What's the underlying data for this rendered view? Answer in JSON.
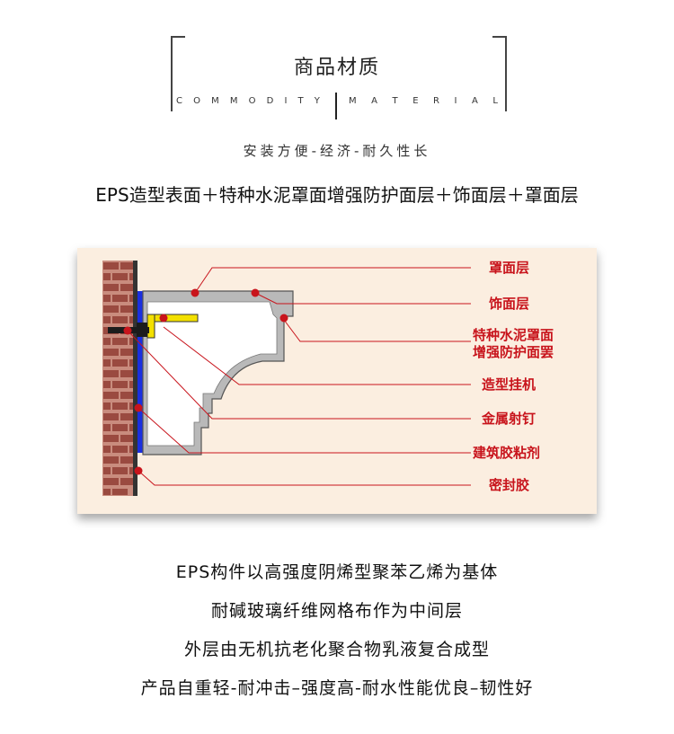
{
  "header": {
    "title": "商品材质",
    "english_left": [
      "C",
      "O",
      "M",
      "M",
      "O",
      "D",
      "I",
      "T",
      "Y"
    ],
    "english_right": [
      "M",
      "A",
      "T",
      "E",
      "R",
      "I",
      "A",
      "L"
    ],
    "subtitle": "安装方便-经济-耐久性长",
    "formula": "EPS造型表面＋特种水泥罩面增强防护面层＋饰面层＋罩面层"
  },
  "diagram": {
    "labels": {
      "l1": "罩面层",
      "l2": "饰面层",
      "l3_line1": "特种水泥罩面",
      "l3_line2": "增强防护面罢",
      "l4": "造型挂机",
      "l5": "金属射钉",
      "l6": "建筑胶粘剂",
      "l7": "密封胶"
    },
    "colors": {
      "label": "#c8141c",
      "glue": "#1a2fe0",
      "hanger": "#f3e000",
      "shell": "#b9b9b9",
      "foam": "#ffffff",
      "brick": "#9a4a40"
    }
  },
  "description": {
    "line1": "EPS构件以高强度阴烯型聚苯乙烯为基体",
    "line2": "耐碱玻璃纤维网格布作为中间层",
    "line3": "外层由无机抗老化聚合物乳液复合成型",
    "line4": "产品自重轻-耐冲击–强度高-耐水性能优良–韧性好"
  }
}
